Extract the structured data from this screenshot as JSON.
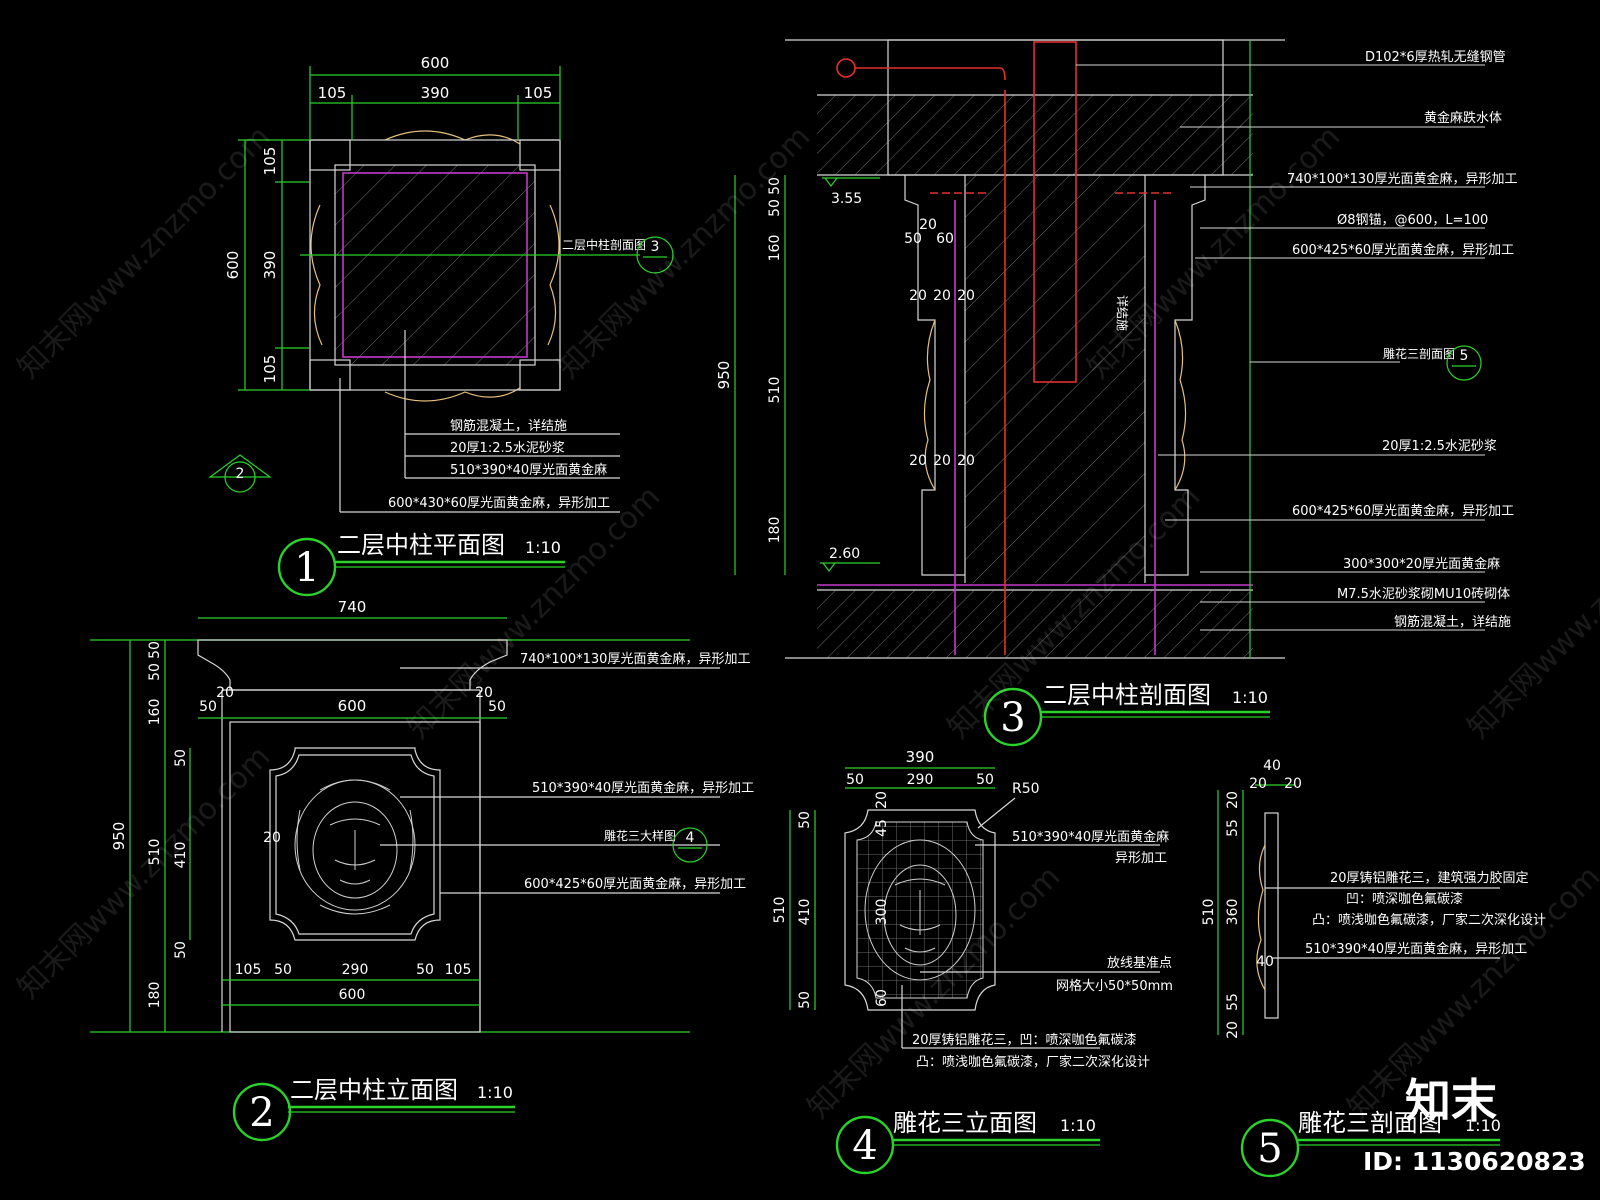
{
  "colors": {
    "background": "#000000",
    "dimension": "#2bd22b",
    "outline": "#d8d8d8",
    "finish": "#c23bc8",
    "steel": "#e43030",
    "ornament": "#e7c07a"
  },
  "watermark": {
    "text": "知末网www.znzmo.com",
    "brand": "知末",
    "id": "ID: 1130620823"
  },
  "views": {
    "plan": {
      "num": "1",
      "title": "二层中柱平面图",
      "scale": "1:10",
      "dims": {
        "top_total": "600",
        "top_left": "105",
        "top_mid": "390",
        "top_right": "105",
        "left_total": "600",
        "left_top": "105",
        "left_mid": "390",
        "left_bot": "105"
      },
      "ref": {
        "label": "二层中柱剖面图",
        "num": "3"
      },
      "elev_ref": "2",
      "notes": [
        "钢筋混凝土，详结施",
        "20厚1:2.5水泥砂浆",
        "510*390*40厚光面黄金麻",
        "600*430*60厚光面黄金麻，异形加工"
      ]
    },
    "elevation": {
      "num": "2",
      "title": "二层中柱立面图",
      "scale": "1:10",
      "dims": {
        "top": "740",
        "cap_50a": "50",
        "cap_50b": "50",
        "d160": "160",
        "d950": "950",
        "d510": "510",
        "d410": "410",
        "d50a": "50",
        "d50b": "50",
        "d180": "180",
        "w50l": "50",
        "w20l": "20",
        "w600": "600",
        "w20r": "20",
        "w50r": "50",
        "inner20": "20",
        "b105l": "105",
        "b50l": "50",
        "b290": "290",
        "b50r": "50",
        "b105r": "105",
        "b600": "600"
      },
      "ref": {
        "label": "雕花三大样图",
        "num": "4"
      },
      "notes": [
        "740*100*130厚光面黄金麻，异形加工",
        "510*390*40厚光面黄金麻，异形加工",
        "600*425*60厚光面黄金麻，异形加工"
      ]
    },
    "section": {
      "num": "3",
      "title": "二层中柱剖面图",
      "scale": "1:10",
      "levels": {
        "top": "3.55",
        "bottom": "2.60"
      },
      "dims": {
        "d50a": "50",
        "d50b": "50",
        "d160": "160",
        "d510": "510",
        "d180": "180",
        "d950": "950",
        "w50": "50",
        "w60": "60",
        "w20top": "20",
        "a20": "20",
        "b20": "20",
        "c20": "20",
        "e20": "20",
        "f20": "20",
        "g20": "20"
      },
      "ref": {
        "label": "雕花三剖面图",
        "num": "5"
      },
      "inside_label": "详结施",
      "notes": [
        "D102*6厚热轧无缝钢管",
        "黄金麻跌水体",
        "740*100*130厚光面黄金麻，异形加工",
        "Ø8钢锚，@600，L=100",
        "600*425*60厚光面黄金麻，异形加工",
        "20厚1:2.5水泥砂浆",
        "600*425*60厚光面黄金麻，异形加工",
        "300*300*20厚光面黄金麻",
        "M7.5水泥砂浆砌MU10砖砌体",
        "钢筋混凝土，详结施"
      ]
    },
    "carving": {
      "num": "4",
      "title": "雕花三立面图",
      "scale": "1:10",
      "dims": {
        "top": "390",
        "top50l": "50",
        "top290": "290",
        "top50r": "50",
        "radius": "R50",
        "d510": "510",
        "d410": "410",
        "d50a": "50",
        "d50b": "50",
        "i20": "20",
        "i45": "45",
        "i300": "300",
        "i60": "60"
      },
      "notes": [
        "510*390*40厚光面黄金麻",
        "异形加工",
        "放线基准点",
        "网格大小50*50mm",
        "20厚铸铝雕花三，凹：喷深咖色氟碳漆",
        "凸：喷浅咖色氟碳漆，厂家二次深化设计"
      ]
    },
    "carving_section": {
      "num": "5",
      "title": "雕花三剖面图",
      "scale": "1:10",
      "dims": {
        "t40": "40",
        "t20l": "20",
        "t20r": "20",
        "d20a": "20",
        "d55a": "55",
        "d510": "510",
        "d360": "360",
        "d40": "40",
        "d55b": "55",
        "d20b": "20"
      },
      "notes": [
        "20厚铸铝雕花三，建筑强力胶固定",
        "凹：喷深咖色氟碳漆",
        "凸：喷浅咖色氟碳漆，厂家二次深化设计",
        "510*390*40厚光面黄金麻，异形加工"
      ]
    }
  }
}
